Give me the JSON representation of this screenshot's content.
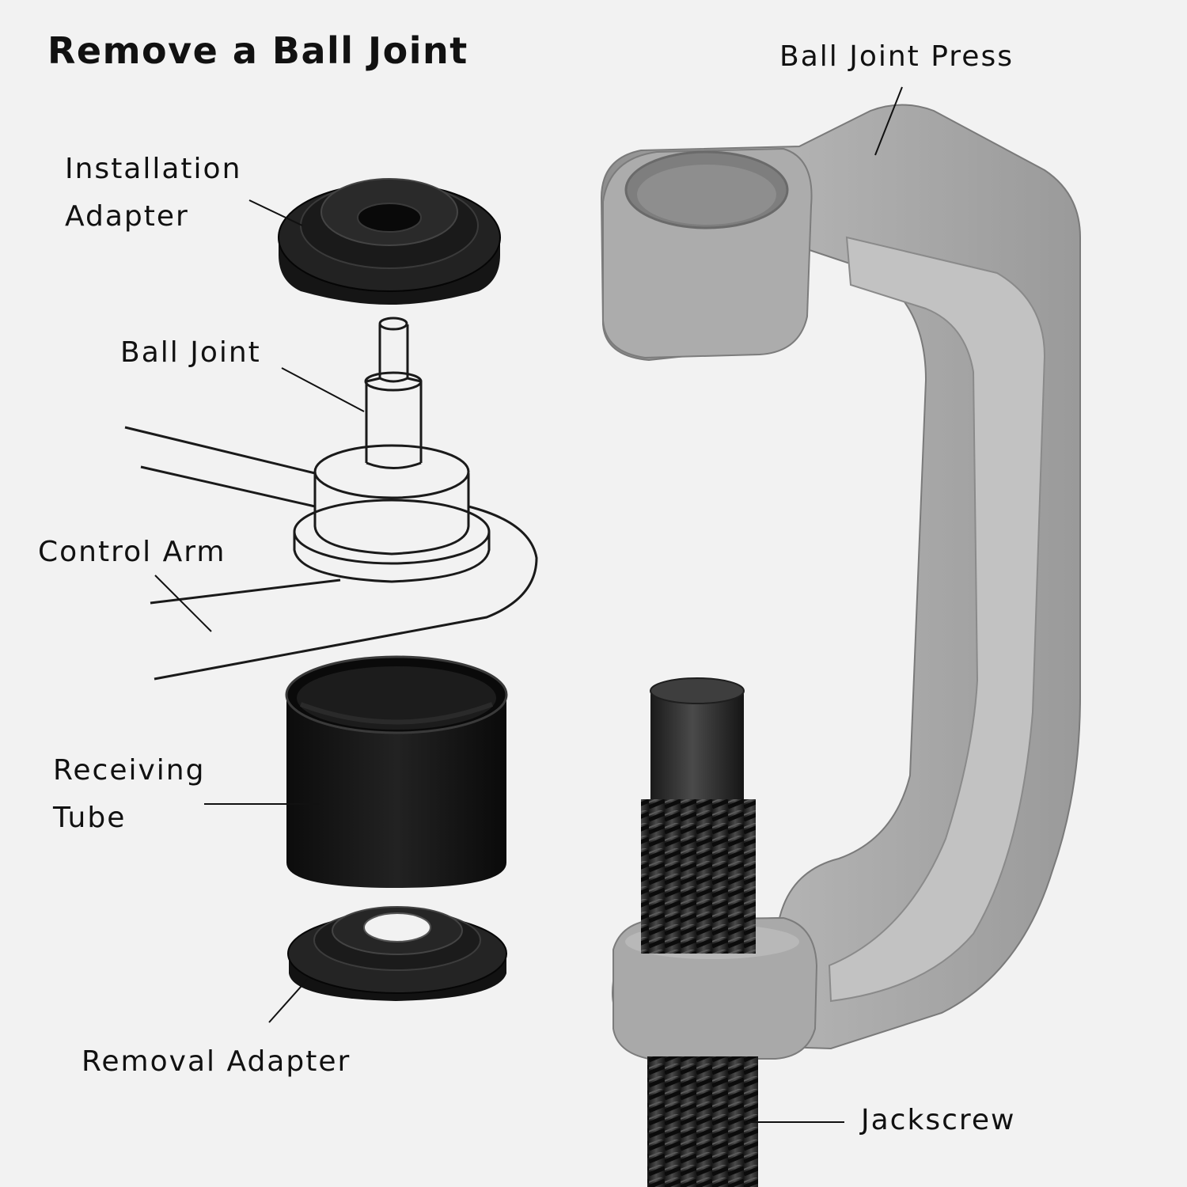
{
  "title": "Remove a Ball Joint",
  "labels": {
    "installation_adapter": [
      "Installation",
      "Adapter"
    ],
    "ball_joint": "Ball Joint",
    "control_arm": "Control Arm",
    "receiving_tube": [
      "Receiving",
      "Tube"
    ],
    "removal_adapter": "Removal Adapter",
    "ball_joint_press": "Ball Joint Press",
    "jackscrew": "Jackscrew"
  },
  "colors": {
    "background": "#f2f2f2",
    "text": "#111111",
    "press_gray": "#a4a4a4",
    "part_black": "#141414",
    "sketch_line": "#1a1a1a"
  }
}
